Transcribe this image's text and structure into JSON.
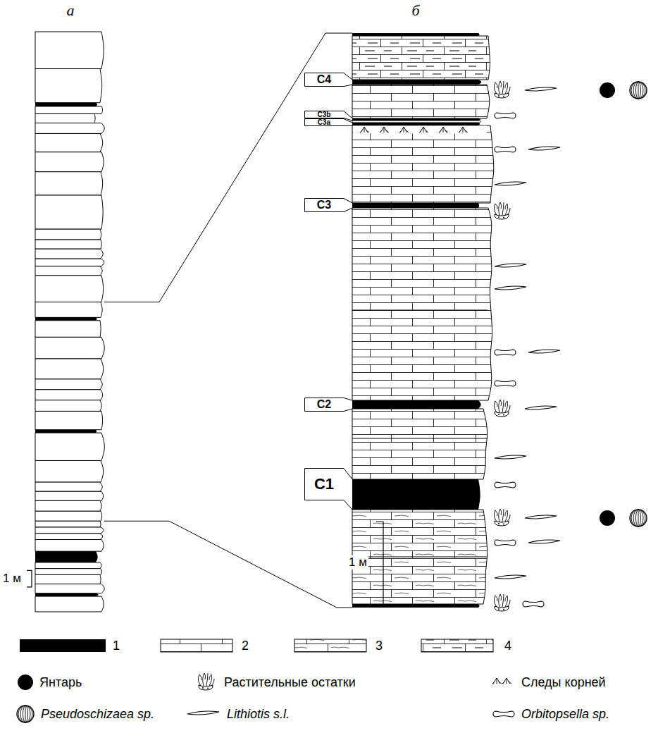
{
  "diagram": {
    "nodes": [
      {
        "text": [
          "C4"
        ]
      },
      {
        "text": [
          "C3b"
        ]
      },
      {
        "text": [
          "C3a"
        ]
      },
      {
        "text": [
          "C3"
        ]
      },
      {
        "text": [
          "C2"
        ]
      },
      {
        "text": [
          "C1"
        ]
      }
    ],
    "labels": [
      "а",
      "б",
      "1 м",
      "1 м"
    ],
    "legend": [
      {
        "text": "1",
        "color": "#000000"
      },
      {
        "text": "2"
      },
      {
        "text": "3"
      },
      {
        "text": "4"
      },
      {
        "text": "Янтарь"
      },
      {
        "text": "Растительные остатки"
      },
      {
        "text": "Следы корней"
      },
      {
        "text": "Pseudoschizaea sp."
      },
      {
        "text": "Lithiotis s.l."
      },
      {
        "text": "Orbitopsella sp."
      }
    ]
  }
}
